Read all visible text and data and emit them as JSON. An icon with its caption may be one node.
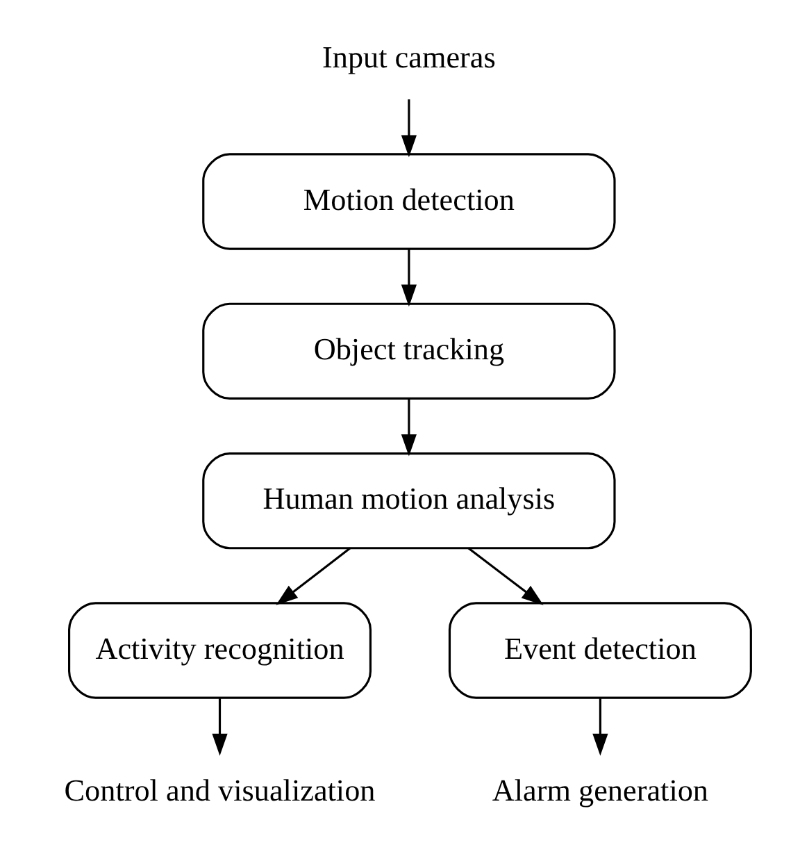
{
  "diagram": {
    "nodes": [
      {
        "text": [
          "Input cameras"
        ]
      },
      {
        "text": [
          "Motion detection"
        ]
      },
      {
        "text": [
          "Object tracking"
        ]
      },
      {
        "text": [
          "Human motion analysis"
        ]
      },
      {
        "text": [
          "Activity recognition"
        ]
      },
      {
        "text": [
          "Event detection"
        ]
      },
      {
        "text": [
          "Control and visualization"
        ]
      },
      {
        "text": [
          "Alarm generation"
        ]
      }
    ],
    "edges": [
      {
        "from": 0,
        "to": 1,
        "arrow": "to"
      },
      {
        "from": 1,
        "to": 2,
        "arrow": "to"
      },
      {
        "from": 2,
        "to": 3,
        "arrow": "to"
      },
      {
        "from": 3,
        "to": 4,
        "arrow": "to"
      },
      {
        "from": 3,
        "to": 5,
        "arrow": "to"
      },
      {
        "from": 4,
        "to": 6,
        "arrow": "to"
      },
      {
        "from": 5,
        "to": 7,
        "arrow": "to"
      }
    ]
  }
}
